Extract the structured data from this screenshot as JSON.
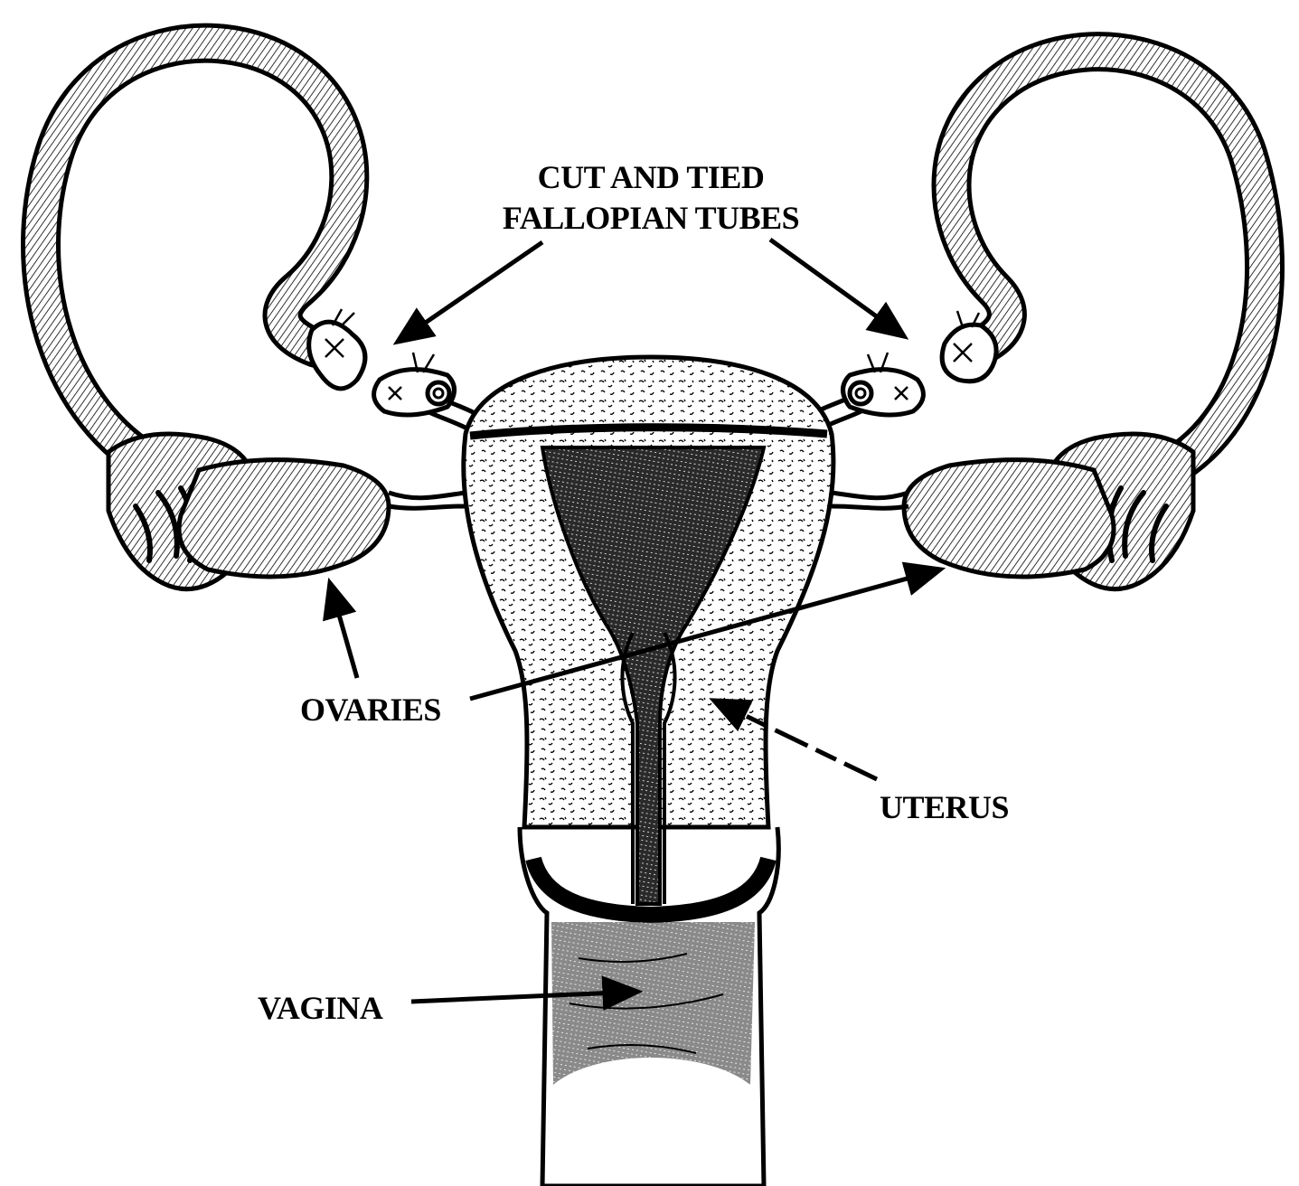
{
  "labels": {
    "tubes_line1": "CUT AND TIED",
    "tubes_line2": "FALLOPIAN TUBES",
    "ovaries": "OVARIES",
    "uterus": "UTERUS",
    "vagina": "VAGINA"
  },
  "colors": {
    "ink": "#000000",
    "paper": "#ffffff"
  }
}
